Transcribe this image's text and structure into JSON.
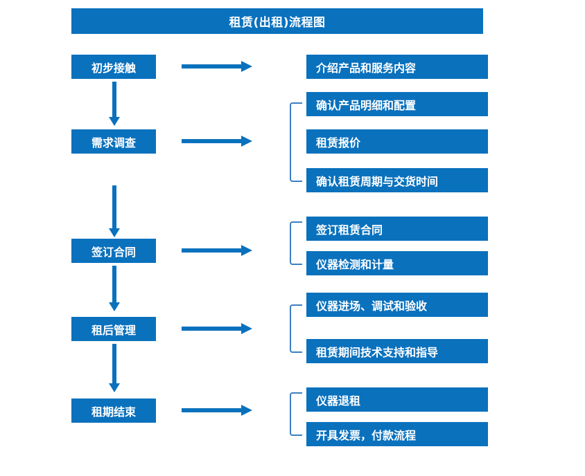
{
  "diagram": {
    "title": "租赁(出租)流程图",
    "accent_color": "#0a71bd",
    "bracket_color": "#3a7fc0",
    "text_color": "#ffffff",
    "background_color": "#ffffff",
    "stages": [
      {
        "label": "初步接触",
        "details": [
          "介绍产品和服务内容"
        ]
      },
      {
        "label": "需求调查",
        "details": [
          "确认产品明细和配置",
          "租赁报价",
          "确认租赁周期与交货时间"
        ]
      },
      {
        "label": "签订合同",
        "details": [
          "签订租赁合同",
          "仪器检测和计量"
        ]
      },
      {
        "label": "租后管理",
        "details": [
          "仪器进场、调试和验收",
          "租赁期间技术支持和指导"
        ]
      },
      {
        "label": "租期结束",
        "details": [
          "仪器退租",
          "开具发票，付款流程"
        ]
      }
    ]
  }
}
